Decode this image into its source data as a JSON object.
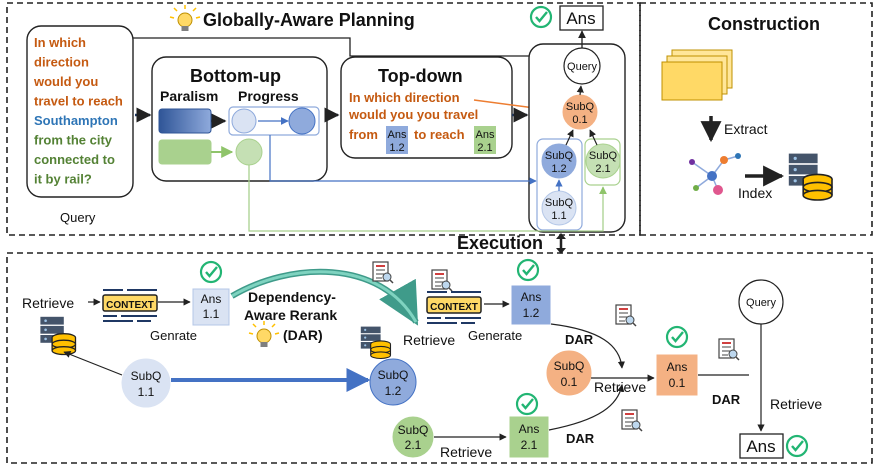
{
  "planning": {
    "title": "Globally-Aware Planning",
    "query_lines": [
      {
        "text": "In which",
        "color": "#c55a11"
      },
      {
        "text": "direction",
        "color": "#c55a11"
      },
      {
        "text": "would you",
        "color": "#c55a11"
      },
      {
        "text": "travel to reach",
        "color": "#c55a11"
      },
      {
        "text": "Southampton",
        "color": "#2e75b6"
      },
      {
        "text": "from the city",
        "color": "#548235"
      },
      {
        "text": "connected to",
        "color": "#548235"
      },
      {
        "text": "it by rail?",
        "color": "#548235"
      }
    ],
    "query_label": "Query",
    "bottom_up": {
      "title": "Bottom-up",
      "paralism": "Paralism",
      "progress": "Progress"
    },
    "top_down": {
      "title": "Top-down",
      "line1": "In which direction",
      "line2": "would you  you travel",
      "from": "from",
      "to_reach": "to reach",
      "ans12": [
        "Ans",
        "1.2"
      ],
      "ans21": [
        "Ans",
        "2.1"
      ]
    },
    "tree": {
      "query": "Query",
      "subq01": [
        "SubQ",
        "0.1"
      ],
      "subq12": [
        "SubQ",
        "1.2"
      ],
      "subq21": [
        "SubQ",
        "2.1"
      ],
      "subq11": [
        "SubQ",
        "1.1"
      ]
    },
    "ans": "Ans"
  },
  "construction": {
    "title": "Construction",
    "extract": "Extract",
    "index": "Index"
  },
  "execution": {
    "title": "Execution",
    "retrieve": "Retrieve",
    "context": "CONTEXT",
    "genrate": "Genrate",
    "generate": "Generate",
    "ans11": [
      "Ans",
      "1.1"
    ],
    "ans12": [
      "Ans",
      "1.2"
    ],
    "ans21": [
      "Ans",
      "2.1"
    ],
    "ans01": [
      "Ans",
      "0.1"
    ],
    "dar_title": [
      "Dependency-",
      "Aware Rerank",
      "(DAR)"
    ],
    "dar": "DAR",
    "subq11": [
      "SubQ",
      "1.1"
    ],
    "subq12": [
      "SubQ",
      "1.2"
    ],
    "subq01": [
      "SubQ",
      "0.1"
    ],
    "subq21": [
      "SubQ",
      "2.1"
    ],
    "query": "Query",
    "ans_final": "Ans"
  },
  "colors": {
    "blue": "#2f5597",
    "blue_dark": "#4472c4",
    "blue_light": "#dae3f3",
    "blue_mid": "#8faadc",
    "green": "#a9d18e",
    "green_light": "#e2f0d9",
    "orange": "#f4b183",
    "orange_dark": "#c55a11",
    "teal": "#2ebf91",
    "arrow_blue": "#1f3864"
  }
}
